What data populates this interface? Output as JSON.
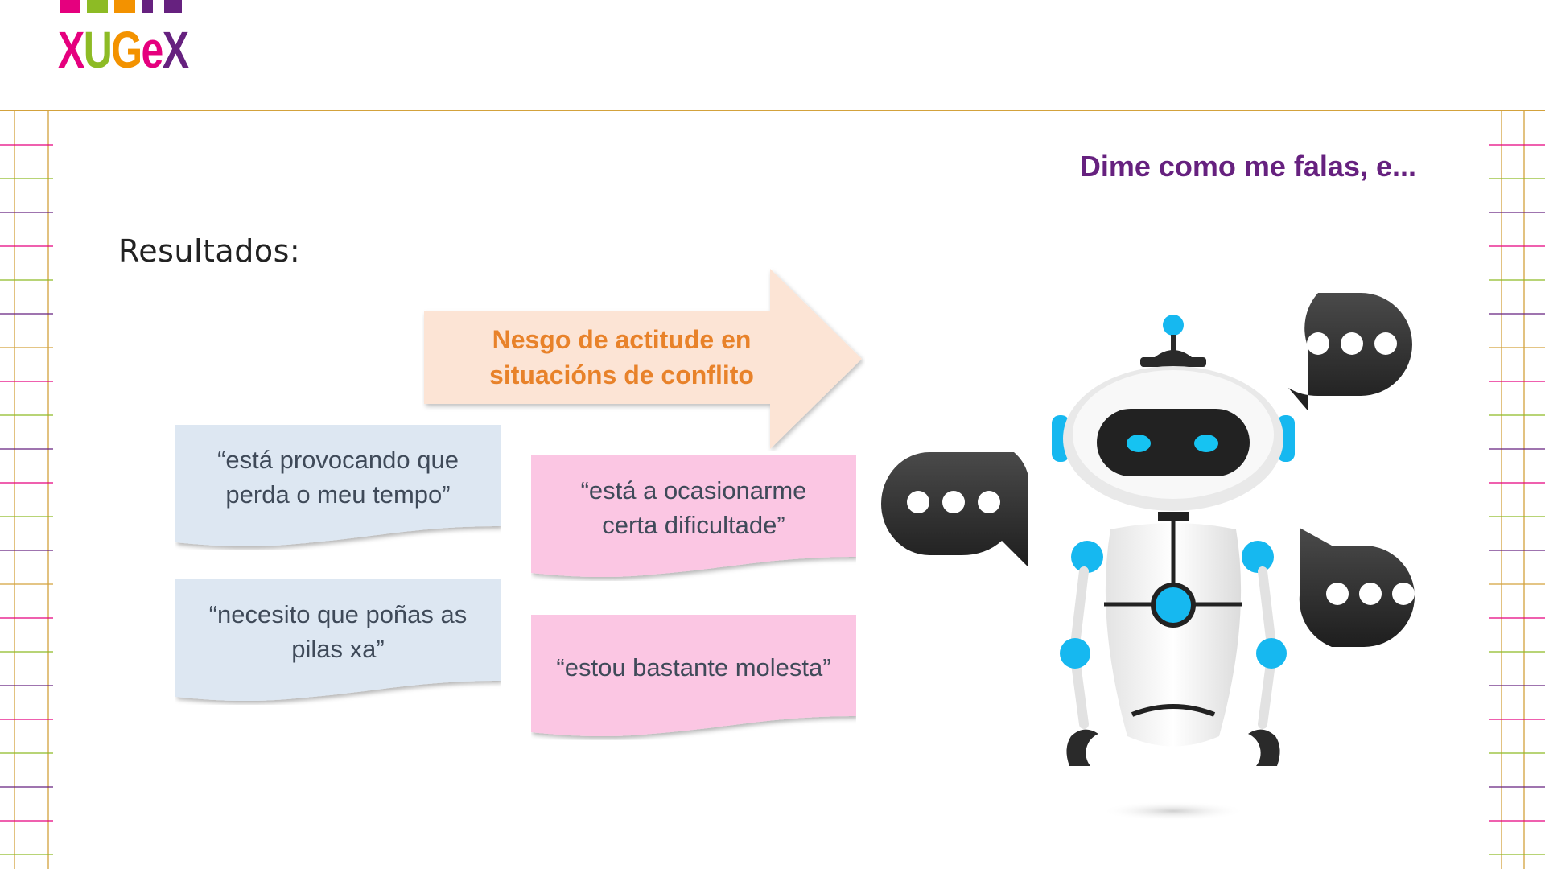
{
  "logo": {
    "text": "XUGeX",
    "colors": [
      "#e5007e",
      "#8dbb25",
      "#f39200",
      "#66217f"
    ]
  },
  "slide": {
    "title": "Dime como me falas, e...",
    "section_label": "Resultados:"
  },
  "arrow": {
    "label_line1": "Nesgo de actitude en",
    "label_line2": "situacións de conflito",
    "fill_color": "#fce4d5",
    "text_color": "#e8822a"
  },
  "quotes": [
    {
      "line1": "“está provocando que",
      "line2": "perda o meu tempo”",
      "color": "#dde7f2"
    },
    {
      "line1": "“necesito que poñas as",
      "line2": "pilas xa”",
      "color": "#dde7f2"
    },
    {
      "line1": "“está a ocasionarme",
      "line2": "certa dificultade”",
      "color": "#fbc6e3"
    },
    {
      "line1": "“estou bastante molesta”",
      "line2": "",
      "color": "#fbc6e3"
    }
  ],
  "illustration": {
    "icon": "robot-with-speech-bubbles-icon"
  }
}
